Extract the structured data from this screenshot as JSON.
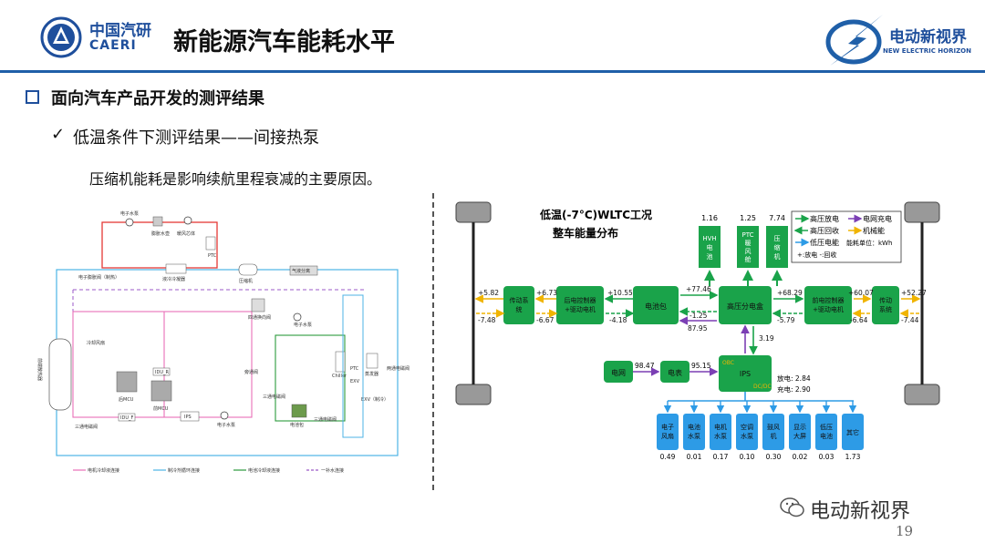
{
  "header": {
    "logo_left_cn": "中国汽研",
    "logo_left_en": "CAERI",
    "title": "新能源汽车能耗水平",
    "logo_right_cn": "电动新视界",
    "logo_right_en": "NEW ELECTRIC HORIZON"
  },
  "section": {
    "bullet_title": "面向汽车产品开发的测评结果",
    "sub_title": "低温条件下测评结果——间接热泵",
    "body": "压缩机能耗是影响续航里程衰减的主要原因。"
  },
  "left_diagram": {
    "labels": {
      "pump1": "电子水泵",
      "tank": "膨胀水壶",
      "hvh": "暖风芯体",
      "ptc": "PTC",
      "cond": "电子膨胀阀（制热）",
      "cooler": "液冷冷凝器",
      "compressor": "压缩机",
      "gas_sep": "气液分离",
      "valve4": "四通换向阀",
      "pump2": "电子水泵",
      "radiator": "前端散热器",
      "fan": "冷却风扇",
      "mcu1": "后MCU",
      "mcu2": "前MCU",
      "idu_r": "IDU_R",
      "idu_f": "IDU_F",
      "ips": "IPS",
      "pump3": "电子水泵",
      "valve3a": "三通电磁阀",
      "valve3b": "三通电磁阀",
      "valve3c": "三通电磁阀",
      "chiller": "Chiller",
      "evap": "蒸发器",
      "exv1": "EXV",
      "exv2": "EXV（制冷）",
      "battery": "电池包",
      "bypass": "旁通阀",
      "twoway": "两通电磁阀",
      "ptc2": "PTC"
    },
    "legend": [
      {
        "label": "电机冷却液连接",
        "color": "#e96fb8"
      },
      {
        "label": "制冷剂循环连接",
        "color": "#4cb3e6"
      },
      {
        "label": "电池冷却液连接",
        "color": "#2c9a3c"
      },
      {
        "label": "一补水连接",
        "color": "#9b59c8"
      }
    ]
  },
  "energy_chart": {
    "title_line1": "低温(-7°C)WLTC工况",
    "title_line2": "整车能量分布",
    "legend": [
      {
        "label": "高压放电",
        "color": "#1aa34a"
      },
      {
        "label": "电网充电",
        "color": "#7b3fb4"
      },
      {
        "label": "高压回收",
        "color": "#1aa34a"
      },
      {
        "label": "机械能",
        "color": "#f0b400"
      },
      {
        "label": "低压电能",
        "color": "#2d9be6"
      },
      {
        "label": "能耗单位：kWh",
        "color": ""
      },
      {
        "label": "+:放电   -:回收",
        "color": ""
      }
    ],
    "boxes": {
      "rear_trans": "传动系统",
      "rear_motor": "后电控制器\n+驱动电机",
      "battery": "电池包",
      "hv_box": "高压分电盒",
      "front_motor": "前电控制器\n+驱动电机",
      "front_trans": "传动系统",
      "hvh": "HVH\n电池",
      "ptc": "PTC\n暖\n风\n舱",
      "compressor": "压\n缩\n机",
      "grid": "电网",
      "meter": "电表",
      "ips": "IPS",
      "ips_tag1": "OBC",
      "ips_tag2": "DC/DC"
    },
    "top_values": {
      "hvh": "1.16",
      "ptc": "1.25",
      "compressor": "7.74"
    },
    "flows": {
      "rear_wheel_pos": "+5.82",
      "rear_wheel_neg": "-7.48",
      "rear_trans_pos": "+6.73",
      "rear_trans_neg": "-6.67",
      "rear_motor_pos": "+10.55",
      "rear_motor_neg": "-4.18",
      "batt_pos": "+77.46",
      "batt_neg": "-1.25",
      "batt_charge": "87.95",
      "front_pos": "+68.29",
      "front_neg": "-5.79",
      "front_trans_pos": "+60.07",
      "front_trans_neg": "-6.64",
      "front_wheel_pos": "+52.27",
      "front_wheel_neg": "-7.44",
      "ips_up": "3.19",
      "grid_meter": "98.47",
      "meter_ips": "95.15",
      "ips_discharge": "放电: 2.84",
      "ips_charge": "充电: 2.90"
    },
    "low_voltage": [
      {
        "label": "电子\n风扇",
        "value": "0.49"
      },
      {
        "label": "电池\n水泵",
        "value": "0.01"
      },
      {
        "label": "电机\n水泵",
        "value": "0.17"
      },
      {
        "label": "空调\n水泵",
        "value": "0.10"
      },
      {
        "label": "鼓风\n机",
        "value": "0.30"
      },
      {
        "label": "显示\n大屏",
        "value": "0.02"
      },
      {
        "label": "低压\n电池",
        "value": "0.03"
      },
      {
        "label": "其它",
        "value": "1.73"
      }
    ]
  },
  "footer": {
    "watermark": "电动新视界",
    "page_number": "19"
  }
}
